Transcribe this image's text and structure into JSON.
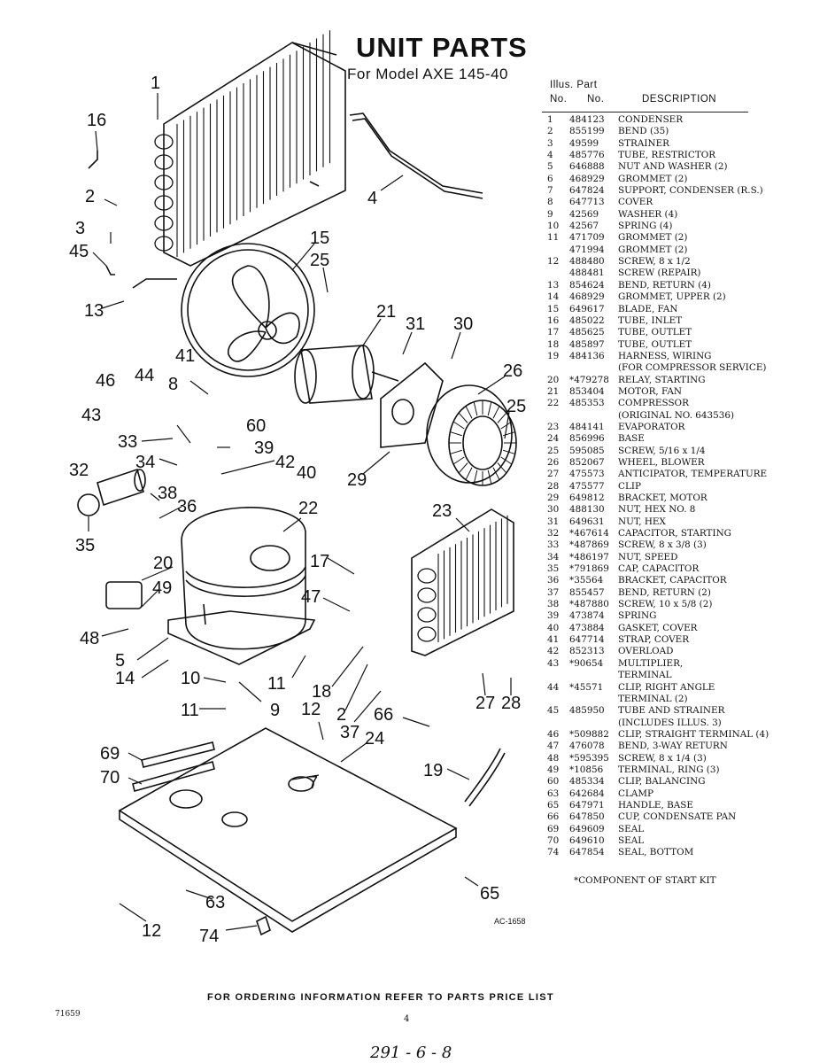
{
  "title": "UNIT PARTS",
  "subtitle": "For Model AXE 145-40",
  "table_header": {
    "illus_label": "Illus. Part",
    "no_label": "No.",
    "no2_label": "No.",
    "desc_label": "DESCRIPTION"
  },
  "parts": [
    {
      "no": "1",
      "part": "484123",
      "desc": "CONDENSER"
    },
    {
      "no": "2",
      "part": "855199",
      "desc": "BEND (35)"
    },
    {
      "no": "3",
      "part": "49599",
      "desc": "STRAINER"
    },
    {
      "no": "4",
      "part": "485776",
      "desc": "TUBE, RESTRICTOR"
    },
    {
      "no": "5",
      "part": "646888",
      "desc": "NUT AND WASHER (2)"
    },
    {
      "no": "6",
      "part": "468929",
      "desc": "GROMMET (2)"
    },
    {
      "no": "7",
      "part": "647824",
      "desc": "SUPPORT, CONDENSER (R.S.)"
    },
    {
      "no": "8",
      "part": "647713",
      "desc": "COVER"
    },
    {
      "no": "9",
      "part": "42569",
      "desc": "WASHER (4)"
    },
    {
      "no": "10",
      "part": "42567",
      "desc": "SPRING (4)"
    },
    {
      "no": "11",
      "part": "471709",
      "desc": "GROMMET (2)"
    },
    {
      "no": "",
      "part": "471994",
      "desc": "GROMMET (2)"
    },
    {
      "no": "12",
      "part": "488480",
      "desc": "SCREW, 8 x 1/2"
    },
    {
      "no": "",
      "part": "488481",
      "desc": "SCREW (REPAIR)"
    },
    {
      "no": "13",
      "part": "854624",
      "desc": "BEND, RETURN (4)"
    },
    {
      "no": "14",
      "part": "468929",
      "desc": "GROMMET, UPPER (2)"
    },
    {
      "no": "15",
      "part": "649617",
      "desc": "BLADE, FAN"
    },
    {
      "no": "16",
      "part": "485022",
      "desc": "TUBE, INLET"
    },
    {
      "no": "17",
      "part": "485625",
      "desc": "TUBE, OUTLET"
    },
    {
      "no": "18",
      "part": "485897",
      "desc": "TUBE, OUTLET"
    },
    {
      "no": "19",
      "part": "484136",
      "desc": "HARNESS, WIRING"
    },
    {
      "no": "",
      "part": "",
      "desc": "(FOR COMPRESSOR SERVICE)"
    },
    {
      "no": "20",
      "part": "*479278",
      "desc": "RELAY, STARTING"
    },
    {
      "no": "21",
      "part": "853404",
      "desc": "MOTOR, FAN"
    },
    {
      "no": "22",
      "part": "485353",
      "desc": "COMPRESSOR"
    },
    {
      "no": "",
      "part": "",
      "desc": "(ORIGINAL NO. 643536)"
    },
    {
      "no": "23",
      "part": "484141",
      "desc": "EVAPORATOR"
    },
    {
      "no": "24",
      "part": "856996",
      "desc": "BASE"
    },
    {
      "no": "25",
      "part": "595085",
      "desc": "SCREW, 5/16 x 1/4"
    },
    {
      "no": "26",
      "part": "852067",
      "desc": "WHEEL, BLOWER"
    },
    {
      "no": "27",
      "part": "475573",
      "desc": "ANTICIPATOR, TEMPERATURE"
    },
    {
      "no": "28",
      "part": "475577",
      "desc": "CLIP"
    },
    {
      "no": "29",
      "part": "649812",
      "desc": "BRACKET, MOTOR"
    },
    {
      "no": "30",
      "part": "488130",
      "desc": "NUT, HEX NO. 8"
    },
    {
      "no": "31",
      "part": "649631",
      "desc": "NUT, HEX"
    },
    {
      "no": "32",
      "part": "*467614",
      "desc": "CAPACITOR, STARTING"
    },
    {
      "no": "33",
      "part": "*487869",
      "desc": "SCREW, 8 x 3/8 (3)"
    },
    {
      "no": "34",
      "part": "*486197",
      "desc": "NUT, SPEED"
    },
    {
      "no": "35",
      "part": "*791869",
      "desc": "CAP, CAPACITOR"
    },
    {
      "no": "36",
      "part": "*35564",
      "desc": "BRACKET, CAPACITOR"
    },
    {
      "no": "37",
      "part": "855457",
      "desc": "BEND, RETURN (2)"
    },
    {
      "no": "38",
      "part": "*487880",
      "desc": "SCREW, 10 x 5/8 (2)"
    },
    {
      "no": "39",
      "part": "473874",
      "desc": "SPRING"
    },
    {
      "no": "40",
      "part": "473884",
      "desc": "GASKET, COVER"
    },
    {
      "no": "41",
      "part": "647714",
      "desc": "STRAP, COVER"
    },
    {
      "no": "42",
      "part": "852313",
      "desc": "OVERLOAD"
    },
    {
      "no": "43",
      "part": "*90654",
      "desc": "MULTIPLIER,"
    },
    {
      "no": "",
      "part": "",
      "desc": "TERMINAL"
    },
    {
      "no": "44",
      "part": "*45571",
      "desc": "CLIP, RIGHT ANGLE"
    },
    {
      "no": "",
      "part": "",
      "desc": "TERMINAL (2)"
    },
    {
      "no": "45",
      "part": "485950",
      "desc": "TUBE AND STRAINER"
    },
    {
      "no": "",
      "part": "",
      "desc": "(INCLUDES ILLUS. 3)"
    },
    {
      "no": "46",
      "part": "*509882",
      "desc": "CLIP, STRAIGHT TERMINAL (4)"
    },
    {
      "no": "47",
      "part": "476078",
      "desc": "BEND, 3-WAY RETURN"
    },
    {
      "no": "48",
      "part": "*595395",
      "desc": "SCREW, 8 x 1/4 (3)"
    },
    {
      "no": "49",
      "part": "*10856",
      "desc": "TERMINAL, RING (3)"
    },
    {
      "no": "60",
      "part": "485334",
      "desc": "CLIP, BALANCING"
    },
    {
      "no": "63",
      "part": "642684",
      "desc": "CLAMP"
    },
    {
      "no": "65",
      "part": "647971",
      "desc": "HANDLE, BASE"
    },
    {
      "no": "66",
      "part": "647850",
      "desc": "CUP, CONDENSATE PAN"
    },
    {
      "no": "69",
      "part": "649609",
      "desc": "SEAL"
    },
    {
      "no": "70",
      "part": "649610",
      "desc": "SEAL"
    },
    {
      "no": "74",
      "part": "647854",
      "desc": "SEAL, BOTTOM"
    }
  ],
  "footnote": "*COMPONENT OF START KIT",
  "drawing_code": "AC-1658",
  "footer": "FOR ORDERING INFORMATION REFER TO PARTS PRICE LIST",
  "doc_number": "71659",
  "page_number": "4",
  "handwritten": "291 - 6 - 8",
  "callouts": [
    "1",
    "16",
    "2",
    "3",
    "45",
    "13",
    "4",
    "15",
    "25",
    "21",
    "31",
    "30",
    "26",
    "25",
    "46",
    "44",
    "41",
    "8",
    "43",
    "60",
    "33",
    "39",
    "34",
    "42",
    "40",
    "32",
    "38",
    "36",
    "35",
    "22",
    "29",
    "23",
    "20",
    "49",
    "17",
    "47",
    "48",
    "5",
    "14",
    "10",
    "11",
    "11",
    "9",
    "18",
    "12",
    "2",
    "37",
    "24",
    "66",
    "27",
    "28",
    "69",
    "70",
    "7",
    "19",
    "12",
    "63",
    "74",
    "65"
  ]
}
